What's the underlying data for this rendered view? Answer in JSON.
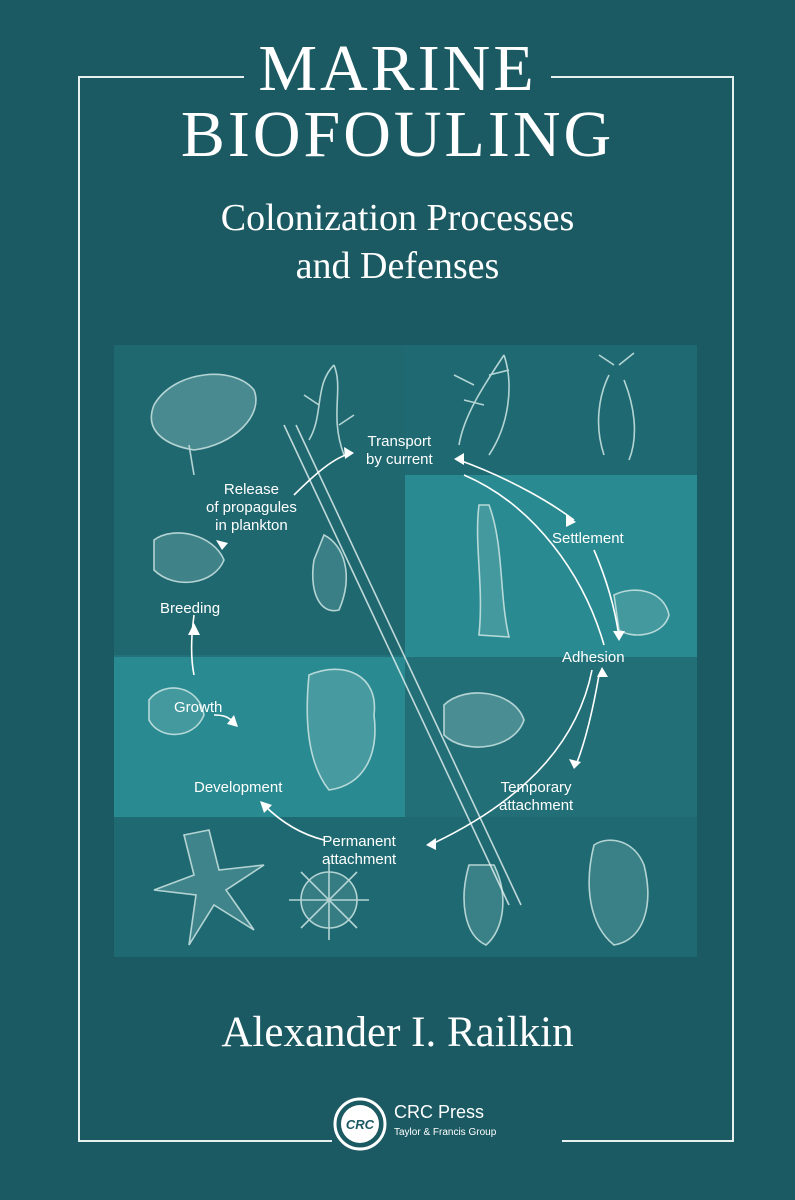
{
  "cover": {
    "title_line1": "MARINE",
    "title_line2": "BIOFOULING",
    "subtitle_line1": "Colonization Processes",
    "subtitle_line2": "and Defenses",
    "author": "Alexander I. Railkin"
  },
  "cycle": {
    "transport": [
      "Transport",
      "by current"
    ],
    "release": [
      "Release",
      "of propagules",
      "in plankton"
    ],
    "breeding": "Breeding",
    "settlement": "Settlement",
    "adhesion": "Adhesion",
    "growth": "Growth",
    "development": "Development",
    "temporary": [
      "Temporary",
      "attachment"
    ],
    "permanent": [
      "Permanent",
      "attachment"
    ]
  },
  "publisher": {
    "logo_text": "CRC",
    "name": "CRC Press",
    "group": "Taylor & Francis Group"
  },
  "colors": {
    "background": "#1b5a62",
    "panel": "#23717a",
    "text": "#ffffff"
  }
}
